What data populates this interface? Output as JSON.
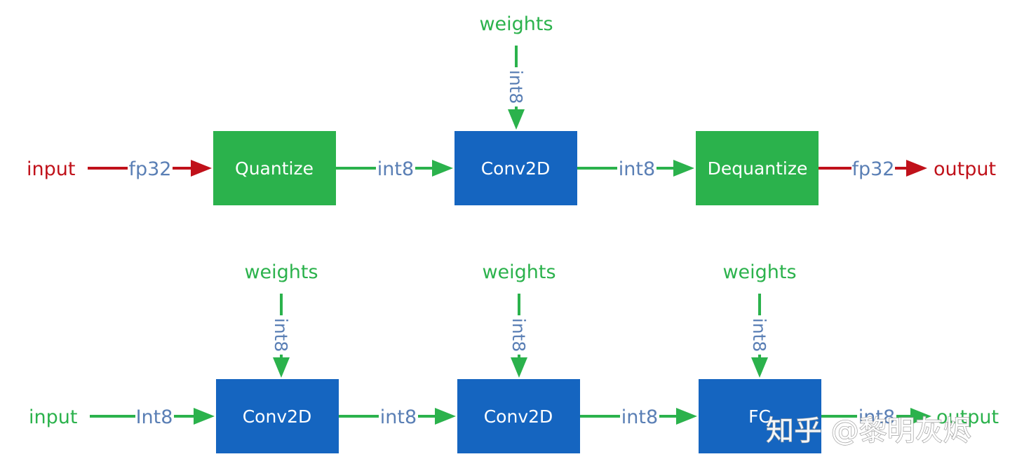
{
  "colors": {
    "green": "#2bb24c",
    "blue": "#1565c0",
    "red": "#c0111a",
    "slate": "#5a7fb5",
    "white": "#ffffff"
  },
  "top": {
    "input_label": "input",
    "weights_label": "weights",
    "weights_dtype": "int8",
    "in_dtype": "fp32",
    "boxes": [
      {
        "label": "Quantize",
        "kind": "op"
      },
      {
        "label": "Conv2D",
        "kind": "compute"
      },
      {
        "label": "Dequantize",
        "kind": "op"
      }
    ],
    "link1_dtype": "int8",
    "link2_dtype": "int8",
    "out_dtype": "fp32",
    "output_label": "output"
  },
  "bottom": {
    "input_label": "input",
    "in_dtype": "Int8",
    "boxes": [
      {
        "label": "Conv2D",
        "weights_label": "weights",
        "weights_dtype": "int8"
      },
      {
        "label": "Conv2D",
        "weights_label": "weights",
        "weights_dtype": "int8"
      },
      {
        "label": "FC",
        "weights_label": "weights",
        "weights_dtype": "int8"
      }
    ],
    "link1_dtype": "int8",
    "link2_dtype": "int8",
    "out_dtype": "int8",
    "output_label": "output"
  },
  "watermark": "知乎 @黎明灰烬"
}
